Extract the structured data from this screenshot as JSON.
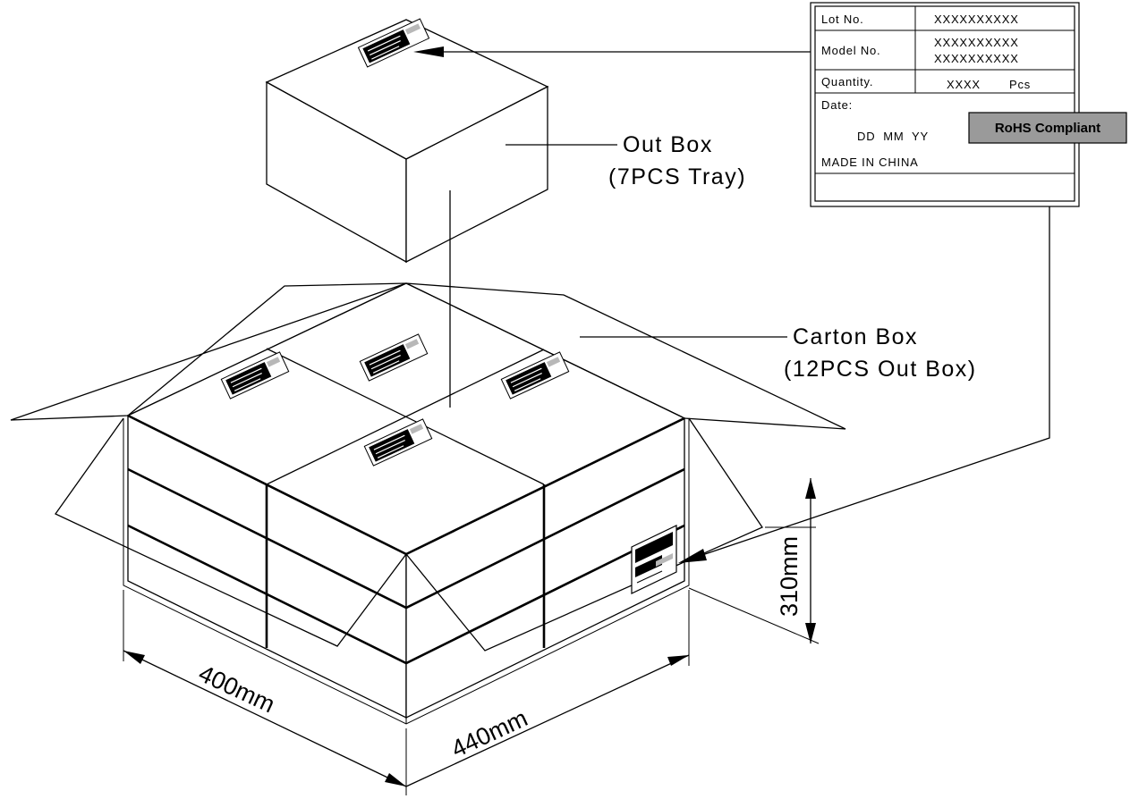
{
  "callouts": {
    "out_box_line1": "Out Box",
    "out_box_line2": "(7PCS Tray)",
    "carton_box_line1": "Carton Box",
    "carton_box_line2": "(12PCS Out Box)"
  },
  "dimensions": {
    "depth": "400mm",
    "width": "440mm",
    "height": "310mm"
  },
  "label": {
    "lot_no_label": "Lot No.",
    "lot_no_value": "XXXXXXXXXX",
    "model_no_label": "Model No.",
    "model_no_value_line1": "XXXXXXXXXX",
    "model_no_value_line2": "XXXXXXXXXX",
    "quantity_label": "Quantity.",
    "quantity_value": "XXXX",
    "quantity_unit": "Pcs",
    "date_label": "Date:",
    "date_format": "DD  MM  YY",
    "rohs_badge": "RoHS Compliant",
    "origin": "MADE IN CHINA"
  },
  "colors": {
    "line": "#000000",
    "rohs_badge_fill": "#9a9a9a",
    "sticker_tab_fill": "#b8b8b8",
    "background": "#ffffff"
  }
}
